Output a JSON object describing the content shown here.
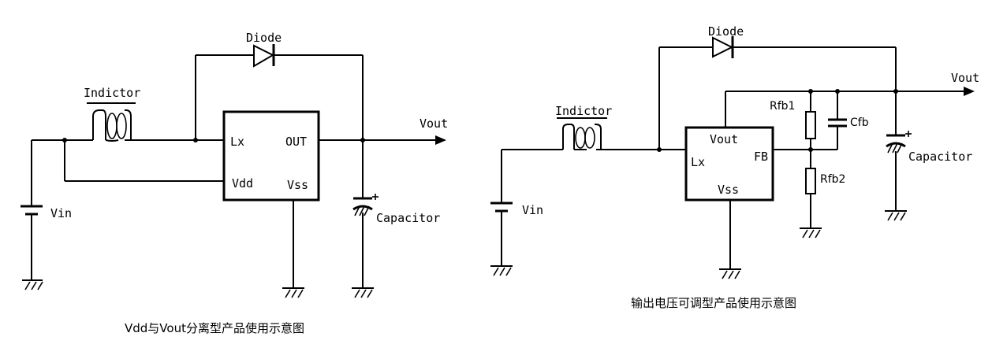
{
  "left_circuit": {
    "diode_label": "Diode",
    "inductor_label": "Indictor",
    "vin_label": "Vin",
    "vout_label": "Vout",
    "capacitor_label": "Capacitor",
    "pin_lx": "Lx",
    "pin_out": "OUT",
    "pin_vdd": "Vdd",
    "pin_vss": "Vss",
    "caption": "Vdd与Vout分离型产品使用示意图"
  },
  "right_circuit": {
    "diode_label": "Diode",
    "inductor_label": "Indictor",
    "vin_label": "Vin",
    "vout_label": "Vout",
    "capacitor_label": "Capacitor",
    "rfb1_label": "Rfb1",
    "rfb2_label": "Rfb2",
    "cfb_label": "Cfb",
    "pin_vout": "Vout",
    "pin_lx": "Lx",
    "pin_fb": "FB",
    "pin_vss": "Vss",
    "caption": "输出电压可调型产品使用示意图"
  }
}
